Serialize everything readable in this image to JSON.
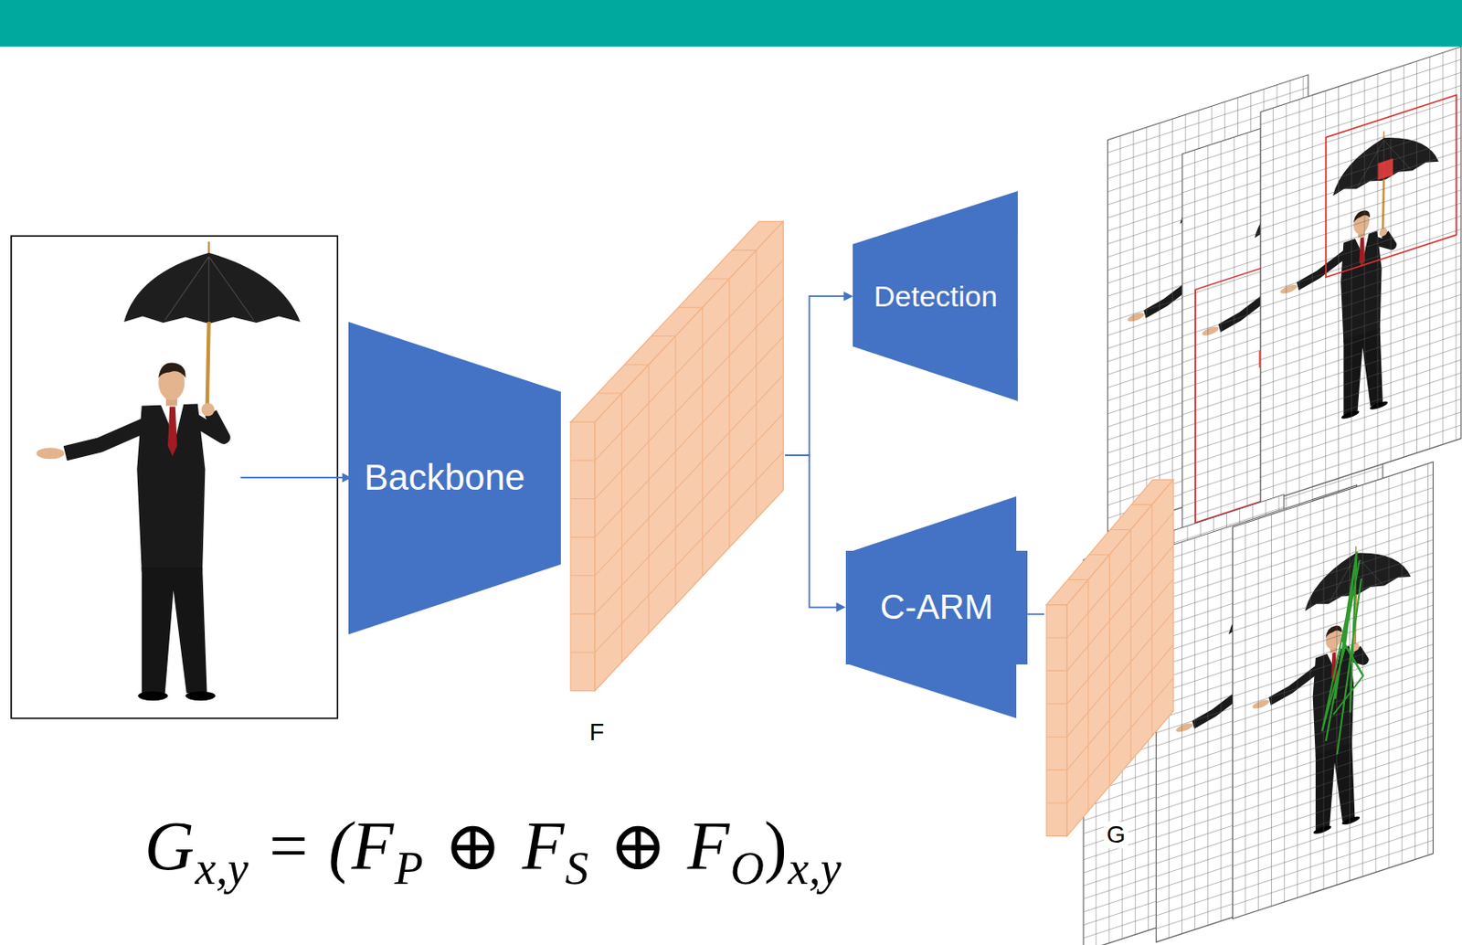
{
  "diagram": {
    "nodes": [
      {
        "text": [
          "Backbone"
        ]
      },
      {
        "text": [
          "F"
        ]
      },
      {
        "text": [
          "Detection"
        ]
      },
      {
        "text": [
          "C-ARM"
        ]
      },
      {
        "text": [
          "G"
        ]
      }
    ],
    "edges": [
      {
        "from": 1,
        "to": 2,
        "arrow": "to"
      },
      {
        "from": 1,
        "to": 3,
        "arrow": "to"
      },
      {
        "from": 3,
        "to": 4,
        "arrow": "none"
      }
    ],
    "labels": [
      "G",
      "x,y",
      "=",
      "(F",
      "P",
      "⊕",
      "F",
      "S",
      "⊕",
      "F",
      "O",
      ")",
      "x,y"
    ]
  }
}
